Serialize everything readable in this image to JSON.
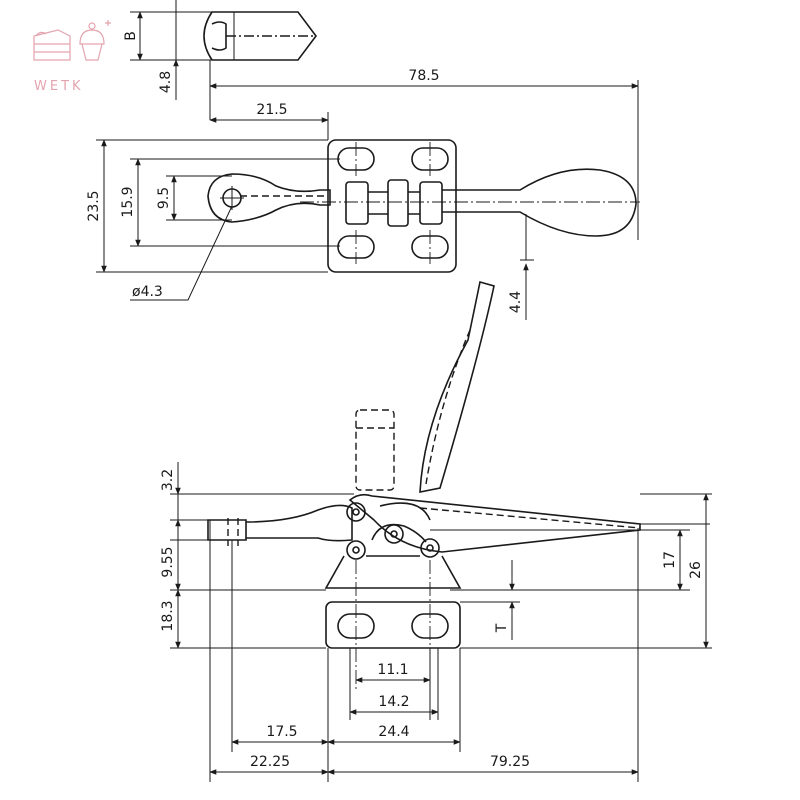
{
  "logo": {
    "text": "WETK",
    "accent": "#e3a4ae"
  },
  "top_view": {
    "dims": {
      "slot_b": "B",
      "slot_offset": "4.8",
      "overall_length": "78.5",
      "pivot_offset": "21.5",
      "base_width": "23.5",
      "hole_spacing": "15.9",
      "spindle_width": "9.5",
      "hole_dia": "ø4.3",
      "handle_offset": "4.4"
    }
  },
  "side_view": {
    "dims": {
      "pivot_height": "3.2",
      "arm_height": "9.55",
      "base_height": "18.3",
      "height_17": "17",
      "height_26": "26",
      "base_thickness": "T",
      "hole_spacing": "11.1",
      "base_length": "14.2",
      "spindle_offset": "17.5",
      "base_to_tip": "24.4",
      "pivot_to_tip": "22.25",
      "total_length": "79.25"
    }
  }
}
